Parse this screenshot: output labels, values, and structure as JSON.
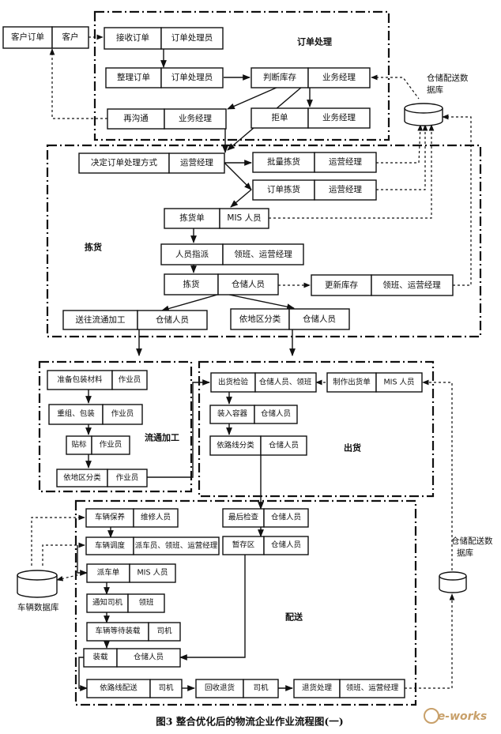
{
  "caption": "图3   整合优化后的物流企业作业流程图(一)",
  "watermark": "e-works",
  "regions": {
    "order": "订单处理",
    "picking": "拣货",
    "processing": "流通加工",
    "shipping": "出货",
    "delivery": "配送"
  },
  "databases": {
    "storage_top": [
      "仓储配送数",
      "据库"
    ],
    "storage_bottom": [
      "仓储配送数",
      "据库"
    ],
    "vehicle": "车辆数据库"
  },
  "nodes": {
    "customer_order": "客户订单",
    "customer": "客户",
    "receive_order": {
      "task": "接收订单",
      "role": "订单处理员"
    },
    "organize_order": {
      "task": "整理订单",
      "role": "订单处理员"
    },
    "check_stock": {
      "task": "判断库存",
      "role": "业务经理"
    },
    "recommunicate": {
      "task": "再沟通",
      "role": "业务经理"
    },
    "reject_order": {
      "task": "拒单",
      "role": "业务经理"
    },
    "decide_method": {
      "task": "决定订单处理方式",
      "role": "运营经理"
    },
    "batch_pick": {
      "task": "批量拣货",
      "role": "运营经理"
    },
    "order_pick": {
      "task": "订单拣货",
      "role": "运营经理"
    },
    "pick_list": {
      "task": "拣货单",
      "role": "MIS 人员"
    },
    "assign_staff": {
      "task": "人员指派",
      "role": "领班、运营经理"
    },
    "pick": {
      "task": "拣货",
      "role": "仓储人员"
    },
    "update_stock": {
      "task": "更新库存",
      "role": "领班、运营经理"
    },
    "to_processing": {
      "task": "送往流通加工",
      "role": "仓储人员"
    },
    "sort_by_region": {
      "task": "依地区分类",
      "role": "仓储人员"
    },
    "prepare_packing": {
      "task": "准备包装材料",
      "role": "作业员"
    },
    "repackage": {
      "task": "重组、包装",
      "role": "作业员"
    },
    "labeling": {
      "task": "贴标",
      "role": "作业员"
    },
    "sort_by_region_2": {
      "task": "依地区分类",
      "role": "作业员"
    },
    "outbound_check": {
      "task": "出货检验",
      "role": "仓储人员、领班"
    },
    "make_delivery_note": {
      "task": "制作出货单",
      "role": "MIS 人员"
    },
    "load_container": {
      "task": "装入容器",
      "role": "仓储人员"
    },
    "sort_by_route": {
      "task": "依路线分类",
      "role": "仓储人员"
    },
    "vehicle_maintenance": {
      "task": "车辆保养",
      "role": "维修人员"
    },
    "vehicle_dispatch": {
      "task": "车辆调度",
      "role": "派车员、领班、运营经理"
    },
    "final_check": {
      "task": "最后检查",
      "role": "仓储人员"
    },
    "temp_storage": {
      "task": "暂存区",
      "role": "仓储人员"
    },
    "dispatch_note": {
      "task": "派车单",
      "role": "MIS 人员"
    },
    "notify_driver": {
      "task": "通知司机",
      "role": "领班"
    },
    "vehicle_wait": {
      "task": "车辆等待装载",
      "role": "司机"
    },
    "loading": {
      "task": "装载",
      "role": "仓储人员"
    },
    "route_delivery": {
      "task": "依路线配送",
      "role": "司机"
    },
    "collect_returns": {
      "task": "回收退货",
      "role": "司机"
    },
    "return_processing": {
      "task": "退货处理",
      "role": "领班、运营经理"
    }
  }
}
